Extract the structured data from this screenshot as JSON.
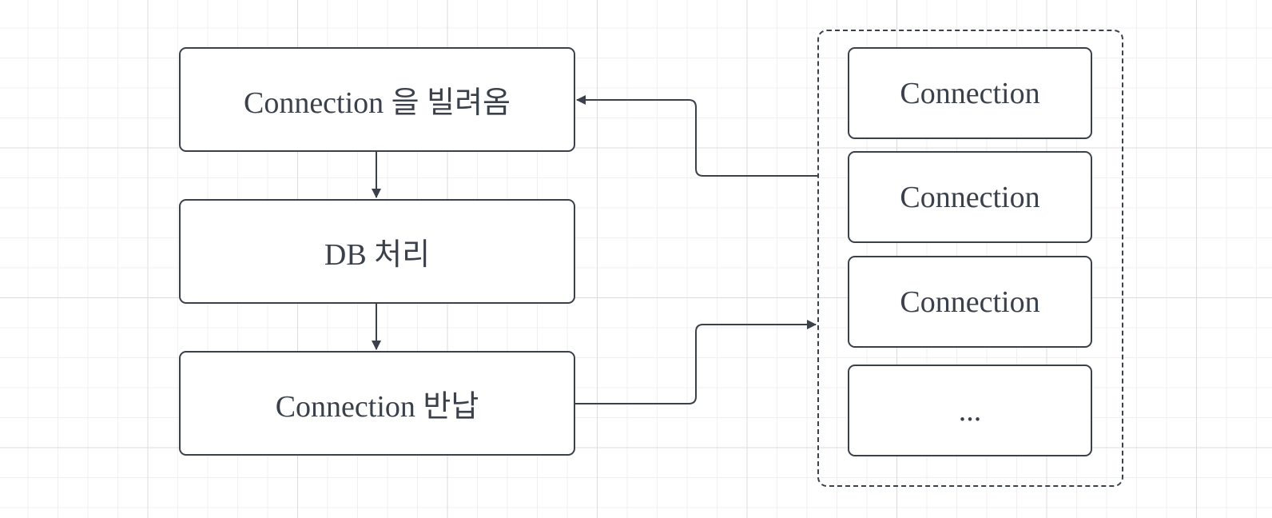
{
  "diagram": {
    "flow": [
      {
        "id": "borrow",
        "label": "Connection 을 빌려옴"
      },
      {
        "id": "process",
        "label": "DB 처리"
      },
      {
        "id": "return",
        "label": "Connection 반납"
      }
    ],
    "pool": {
      "items": [
        {
          "label": "Connection"
        },
        {
          "label": "Connection"
        },
        {
          "label": "Connection"
        },
        {
          "label": "..."
        }
      ]
    },
    "edges": [
      {
        "from": "borrow",
        "to": "process"
      },
      {
        "from": "process",
        "to": "return"
      },
      {
        "from": "pool",
        "to": "borrow"
      },
      {
        "from": "return",
        "to": "pool"
      }
    ],
    "colors": {
      "stroke": "#3a414a",
      "text": "#3a414a",
      "node_fill": "#ffffff",
      "grid": "#dcdcdc"
    }
  }
}
